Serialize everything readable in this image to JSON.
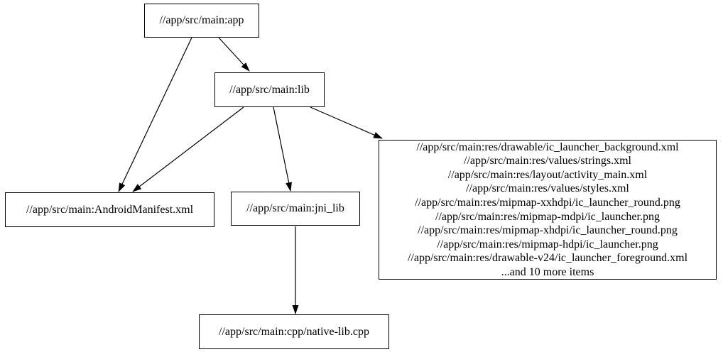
{
  "diagram": {
    "type": "dependency-graph",
    "colors": {
      "background": "#ffffff",
      "node_border": "#000000",
      "edge": "#000000",
      "text": "#000000"
    },
    "nodes": {
      "app": {
        "label": "//app/src/main:app"
      },
      "lib": {
        "label": "//app/src/main:lib"
      },
      "manifest": {
        "label": "//app/src/main:AndroidManifest.xml"
      },
      "jni_lib": {
        "label": "//app/src/main:jni_lib"
      },
      "resources": {
        "lines": [
          "//app/src/main:res/drawable/ic_launcher_background.xml",
          "//app/src/main:res/values/strings.xml",
          "//app/src/main:res/layout/activity_main.xml",
          "//app/src/main:res/values/styles.xml",
          "//app/src/main:res/mipmap-xxhdpi/ic_launcher_round.png",
          "//app/src/main:res/mipmap-mdpi/ic_launcher.png",
          "//app/src/main:res/mipmap-xhdpi/ic_launcher_round.png",
          "//app/src/main:res/mipmap-hdpi/ic_launcher.png",
          "//app/src/main:res/drawable-v24/ic_launcher_foreground.xml",
          "...and 10 more items"
        ]
      },
      "cpp": {
        "label": "//app/src/main:cpp/native-lib.cpp"
      }
    },
    "edges": [
      {
        "from": "//app/src/main:app",
        "to": "//app/src/main:lib"
      },
      {
        "from": "//app/src/main:app",
        "to": "//app/src/main:AndroidManifest.xml"
      },
      {
        "from": "//app/src/main:lib",
        "to": "//app/src/main:AndroidManifest.xml"
      },
      {
        "from": "//app/src/main:lib",
        "to": "//app/src/main:jni_lib"
      },
      {
        "from": "//app/src/main:lib",
        "to": "resources-group"
      },
      {
        "from": "//app/src/main:jni_lib",
        "to": "//app/src/main:cpp/native-lib.cpp"
      }
    ]
  }
}
